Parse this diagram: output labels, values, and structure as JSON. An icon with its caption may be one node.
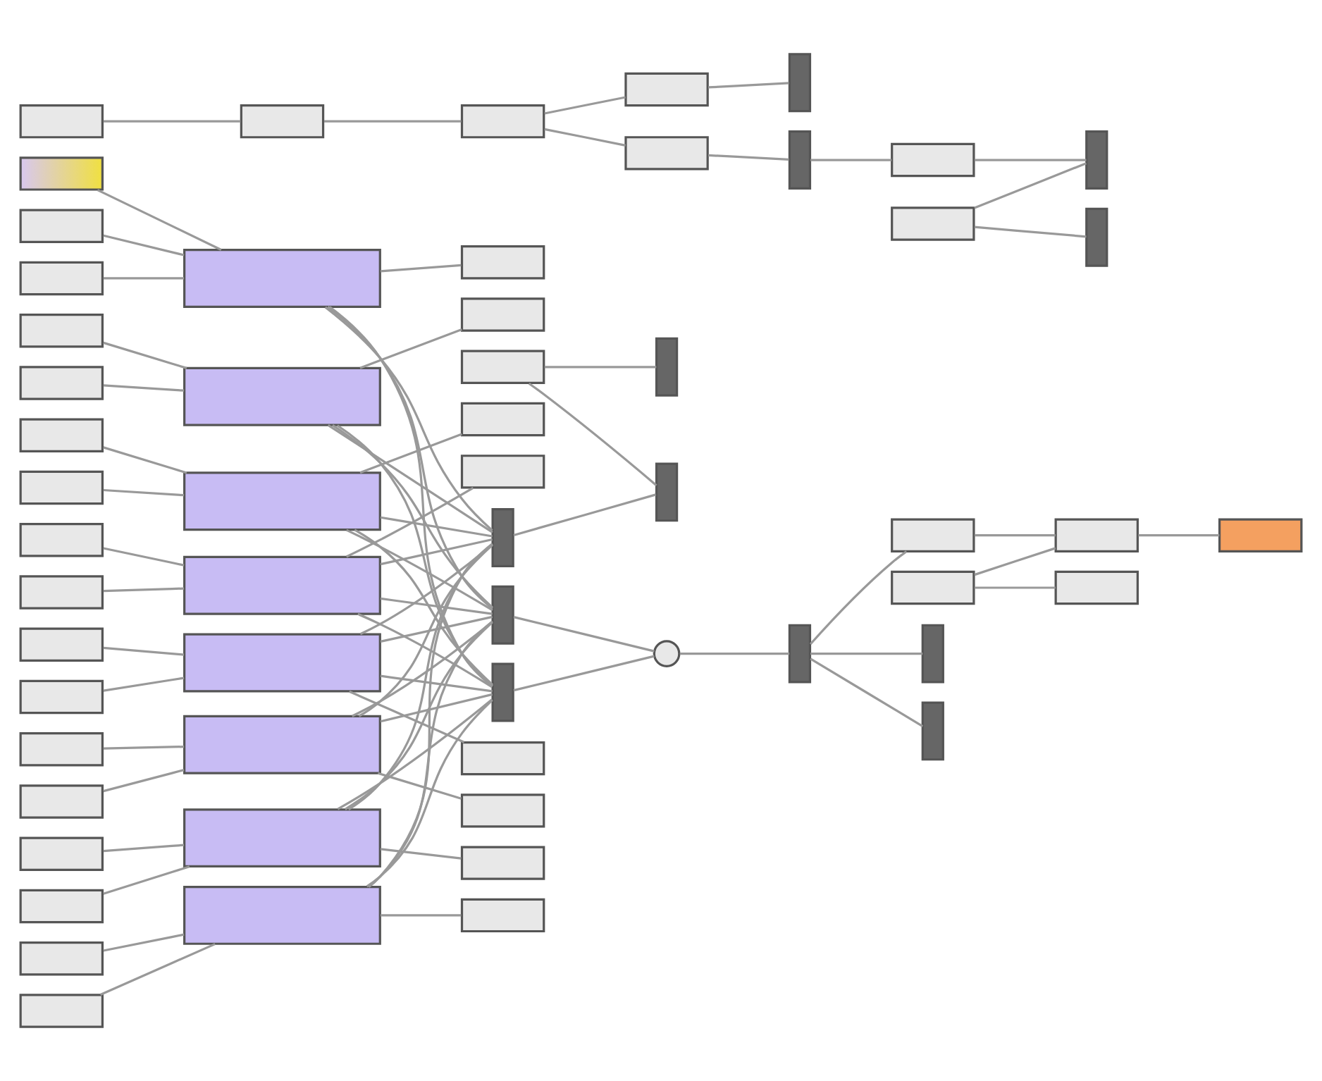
{
  "diagram": {
    "nodes": [
      {
        "text": [],
        "shape": "box"
      },
      {
        "text": [],
        "shape": "box"
      },
      {
        "text": [],
        "shape": "box"
      },
      {
        "text": [],
        "shape": "box"
      },
      {
        "text": [],
        "shape": "box"
      },
      {
        "text": [],
        "shape": "box"
      },
      {
        "text": [],
        "shape": "box"
      },
      {
        "text": [],
        "shape": "box"
      },
      {
        "text": [],
        "shape": "box"
      },
      {
        "text": [],
        "shape": "box"
      },
      {
        "text": [],
        "shape": "box"
      },
      {
        "text": [],
        "shape": "box"
      },
      {
        "text": [],
        "shape": "box"
      },
      {
        "text": [],
        "shape": "box"
      },
      {
        "text": [],
        "shape": "box"
      },
      {
        "text": [],
        "shape": "box"
      },
      {
        "text": [],
        "shape": "box"
      },
      {
        "text": [],
        "shape": "box"
      },
      {
        "text": [],
        "shape": "box"
      },
      {
        "text": [],
        "shape": "box"
      },
      {
        "text": [],
        "shape": "box"
      },
      {
        "text": [],
        "shape": "box"
      },
      {
        "text": [],
        "shape": "box"
      },
      {
        "text": [],
        "shape": "box"
      },
      {
        "text": [],
        "shape": "box"
      },
      {
        "text": [],
        "shape": "box"
      },
      {
        "text": [],
        "shape": "box"
      },
      {
        "text": [],
        "shape": "box"
      },
      {
        "text": [],
        "shape": "box"
      },
      {
        "text": [],
        "shape": "box"
      },
      {
        "text": [],
        "shape": "box"
      },
      {
        "text": [],
        "shape": "box"
      },
      {
        "text": [],
        "shape": "box"
      },
      {
        "text": [],
        "shape": "box"
      },
      {
        "text": [],
        "shape": "box"
      },
      {
        "text": [],
        "shape": "box"
      },
      {
        "text": [],
        "shape": "box"
      },
      {
        "text": [],
        "shape": "box"
      },
      {
        "text": [],
        "shape": "box"
      },
      {
        "text": [],
        "shape": "box"
      },
      {
        "text": [],
        "shape": "box"
      },
      {
        "text": [],
        "shape": "box"
      },
      {
        "text": [],
        "shape": "box"
      },
      {
        "text": [],
        "shape": "box"
      },
      {
        "text": [],
        "shape": "box"
      },
      {
        "text": [],
        "shape": "box"
      },
      {
        "text": [],
        "shape": "box"
      },
      {
        "text": [],
        "shape": "circle"
      },
      {
        "text": [],
        "shape": "box"
      },
      {
        "text": [],
        "shape": "box"
      },
      {
        "text": [],
        "shape": "box"
      },
      {
        "text": [],
        "shape": "box"
      },
      {
        "text": [],
        "shape": "box"
      },
      {
        "text": [],
        "shape": "box"
      },
      {
        "text": [],
        "shape": "box"
      },
      {
        "text": [],
        "shape": "box"
      },
      {
        "text": [],
        "shape": "box"
      },
      {
        "text": [],
        "shape": "box"
      },
      {
        "text": [],
        "shape": "box"
      }
    ],
    "edges": [
      {
        "from": 0,
        "to": 14,
        "arrow": "none"
      },
      {
        "from": 1,
        "to": 2,
        "arrow": "none"
      },
      {
        "from": 2,
        "to": 3,
        "arrow": "none"
      },
      {
        "from": 3,
        "to": 5,
        "arrow": "none"
      },
      {
        "from": 3,
        "to": 4,
        "arrow": "none"
      },
      {
        "from": 4,
        "to": 7,
        "arrow": "none"
      },
      {
        "from": 5,
        "to": 6,
        "arrow": "none"
      },
      {
        "from": 6,
        "to": 8,
        "arrow": "none"
      },
      {
        "from": 8,
        "to": 9,
        "arrow": "none"
      },
      {
        "from": 10,
        "to": 9,
        "arrow": "none"
      },
      {
        "from": 10,
        "to": 11,
        "arrow": "none"
      },
      {
        "from": 12,
        "to": 14,
        "arrow": "none"
      },
      {
        "from": 13,
        "to": 14,
        "arrow": "none"
      },
      {
        "from": 14,
        "to": 15,
        "arrow": "none"
      },
      {
        "from": 14,
        "to": 44,
        "arrow": "none"
      },
      {
        "from": 14,
        "to": 45,
        "arrow": "none"
      },
      {
        "from": 14,
        "to": 46,
        "arrow": "none"
      },
      {
        "from": 16,
        "to": 18,
        "arrow": "none"
      },
      {
        "from": 17,
        "to": 18,
        "arrow": "none"
      },
      {
        "from": 18,
        "to": 19,
        "arrow": "none"
      },
      {
        "from": 18,
        "to": 44,
        "arrow": "none"
      },
      {
        "from": 18,
        "to": 45,
        "arrow": "none"
      },
      {
        "from": 18,
        "to": 46,
        "arrow": "none"
      },
      {
        "from": 20,
        "to": 22,
        "arrow": "none"
      },
      {
        "from": 21,
        "to": 22,
        "arrow": "none"
      },
      {
        "from": 22,
        "to": 23,
        "arrow": "none"
      },
      {
        "from": 22,
        "to": 44,
        "arrow": "none"
      },
      {
        "from": 22,
        "to": 45,
        "arrow": "none"
      },
      {
        "from": 22,
        "to": 46,
        "arrow": "none"
      },
      {
        "from": 24,
        "to": 26,
        "arrow": "none"
      },
      {
        "from": 25,
        "to": 26,
        "arrow": "none"
      },
      {
        "from": 26,
        "to": 27,
        "arrow": "none"
      },
      {
        "from": 26,
        "to": 44,
        "arrow": "none"
      },
      {
        "from": 26,
        "to": 45,
        "arrow": "none"
      },
      {
        "from": 26,
        "to": 46,
        "arrow": "none"
      },
      {
        "from": 28,
        "to": 30,
        "arrow": "none"
      },
      {
        "from": 29,
        "to": 30,
        "arrow": "none"
      },
      {
        "from": 30,
        "to": 31,
        "arrow": "none"
      },
      {
        "from": 30,
        "to": 44,
        "arrow": "none"
      },
      {
        "from": 30,
        "to": 45,
        "arrow": "none"
      },
      {
        "from": 30,
        "to": 46,
        "arrow": "none"
      },
      {
        "from": 32,
        "to": 34,
        "arrow": "none"
      },
      {
        "from": 33,
        "to": 34,
        "arrow": "none"
      },
      {
        "from": 34,
        "to": 35,
        "arrow": "none"
      },
      {
        "from": 34,
        "to": 44,
        "arrow": "none"
      },
      {
        "from": 34,
        "to": 45,
        "arrow": "none"
      },
      {
        "from": 34,
        "to": 46,
        "arrow": "none"
      },
      {
        "from": 36,
        "to": 38,
        "arrow": "none"
      },
      {
        "from": 37,
        "to": 38,
        "arrow": "none"
      },
      {
        "from": 38,
        "to": 39,
        "arrow": "none"
      },
      {
        "from": 38,
        "to": 44,
        "arrow": "none"
      },
      {
        "from": 38,
        "to": 45,
        "arrow": "none"
      },
      {
        "from": 38,
        "to": 46,
        "arrow": "none"
      },
      {
        "from": 40,
        "to": 42,
        "arrow": "none"
      },
      {
        "from": 41,
        "to": 42,
        "arrow": "none"
      },
      {
        "from": 42,
        "to": 43,
        "arrow": "none"
      },
      {
        "from": 42,
        "to": 44,
        "arrow": "none"
      },
      {
        "from": 42,
        "to": 45,
        "arrow": "none"
      },
      {
        "from": 42,
        "to": 46,
        "arrow": "none"
      },
      {
        "from": 44,
        "to": 55,
        "arrow": "none"
      },
      {
        "from": 54,
        "to": 55,
        "arrow": "none"
      },
      {
        "from": 54,
        "to": 56,
        "arrow": "none"
      },
      {
        "from": 45,
        "to": 47,
        "arrow": "none"
      },
      {
        "from": 46,
        "to": 47,
        "arrow": "none"
      },
      {
        "from": 47,
        "to": 48,
        "arrow": "none"
      },
      {
        "from": 48,
        "to": 49,
        "arrow": "none"
      },
      {
        "from": 49,
        "to": 51,
        "arrow": "none"
      },
      {
        "from": 50,
        "to": 51,
        "arrow": "none"
      },
      {
        "from": 50,
        "to": 53,
        "arrow": "none"
      },
      {
        "from": 51,
        "to": 52,
        "arrow": "none"
      },
      {
        "from": 48,
        "to": 57,
        "arrow": "none"
      },
      {
        "from": 48,
        "to": 58,
        "arrow": "none"
      }
    ]
  }
}
